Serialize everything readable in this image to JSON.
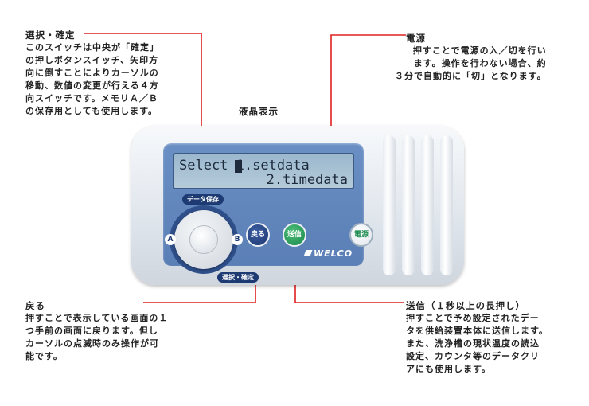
{
  "callouts": {
    "select": {
      "title": "選択・確定",
      "body": "このスイッチは中央が「確定」\nの押しボタンスイッチ、矢印方\n向に倒すことによりカーソルの\n移動、数値の変更が行える４方\n向スイッチです。メモリＡ／Ｂ\nの保存用としても使用します。"
    },
    "lcd": {
      "title": "液晶表示"
    },
    "power": {
      "title": "電源",
      "body": "押すことで電源の入／切を行い\nます。操作を行わない場合、約\n３分で自動的に「切」となります。"
    },
    "back": {
      "title": "戻る",
      "body": "押すことで表示している画面の１\nつ手前の画面に戻ります。但し\nカーソルの点滅時のみ操作が可\n能です。"
    },
    "send": {
      "title": "送信（１秒以上の長押し）",
      "body": "押すことで予め設定されたデー\nタを供給装置本体に送信します。\nまた、洗浄槽の現状温度の読込\n設定、カウンタ等のデータクリ\nアにも使用します。"
    }
  },
  "device": {
    "lcd_line1": "Select 1.setdata",
    "lcd_line2": "2.timedata",
    "label_datasave": "データ保存",
    "label_select_confirm": "選択・確定",
    "label_a": "A",
    "label_b": "B",
    "btn_back": "戻る",
    "btn_send": "送信",
    "btn_power": "電源",
    "logo": "WELCO"
  },
  "colors": {
    "leader": "#e02020",
    "panel": "#5f85bb",
    "send_button": "#22a05a",
    "back_button": "#23407c"
  }
}
